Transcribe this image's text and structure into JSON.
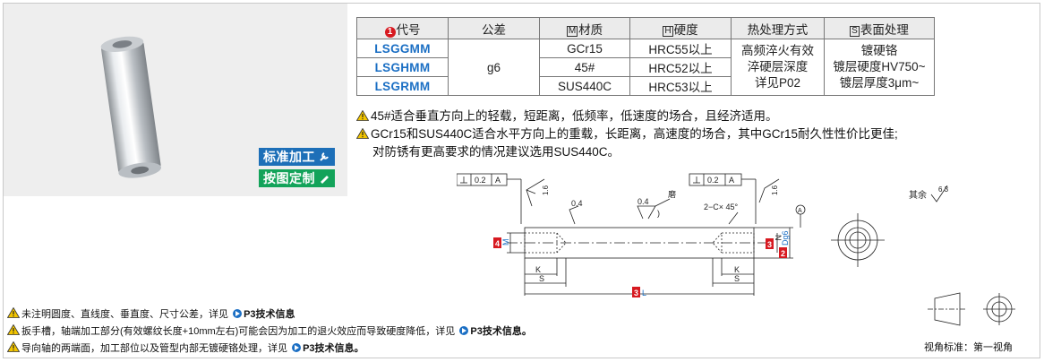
{
  "product": {
    "tags": {
      "standard": "标准加工",
      "custom": "按图定制"
    }
  },
  "spec_table": {
    "headers": {
      "code": "代号",
      "code_marker": "1",
      "tolerance": "公差",
      "material": "材质",
      "material_marker": "M",
      "hardness": "硬度",
      "hardness_marker": "H",
      "heat": "热处理方式",
      "surface": "表面处理",
      "surface_marker": "S"
    },
    "rows": [
      {
        "code": "LSGGMM",
        "material": "GCr15",
        "hardness": "HRC55以上"
      },
      {
        "code": "LSGHMM",
        "material": "45#",
        "hardness": "HRC52以上"
      },
      {
        "code": "LSGRMM",
        "material": "SUS440C",
        "hardness": "HRC53以上"
      }
    ],
    "tolerance_value": "g6",
    "heat": [
      "高频淬火有效",
      "淬硬层深度",
      "详见P02"
    ],
    "surface": [
      "镀硬铬",
      "镀层硬度HV750~",
      "镀层厚度3μm~"
    ]
  },
  "notes": {
    "line1": "45#适合垂直方向上的轻载，短距离，低频率，低速度的场合，且经济适用。",
    "line2": "GCr15和SUS440C适合水平方向上的重载，长距离，高速度的场合，其中GCr15耐久性性价比更佳;",
    "line3": "对防锈有更高要求的情况建议选用SUS440C。"
  },
  "drawing": {
    "tol_left": "0.2",
    "tol_left_ref": "A",
    "tol_right": "0.2",
    "tol_right_ref": "A",
    "rough_left": "1.6",
    "rough_right": "1.6",
    "rough_04a": "0.4",
    "rough_04b": "0.4",
    "grind": "磨",
    "chamfer": "2−C× 45°",
    "datum": "A",
    "other": "其余",
    "rough_other": "6.3",
    "dim_m": "M",
    "dim_n": "N",
    "dim_dg6": "Dg6",
    "dim_l": "L",
    "dim_k": "K",
    "dim_s": "S",
    "marker_m": "4",
    "marker_n": "3",
    "marker_dg6": "2",
    "marker_l": "3"
  },
  "footnotes": {
    "f1_text": "未注明圆度、直线度、垂直度、尺寸公差，详见",
    "f1_link": "P3技术信息",
    "f2_text": "扳手槽，轴端加工部分(有效螺纹长度+10mm左右)可能会因为加工的退火效应而导致硬度降低，详见",
    "f2_link": "P3技术信息。",
    "f3_text": "导向轴的两端面，加工部位以及管型内部无镀硬铬处理，详见",
    "f3_link": "P3技术信息。"
  },
  "projection_label": "视角标准：第一视角",
  "colors": {
    "code_blue": "#1b6fc4",
    "tag_blue": "#1d6fb8",
    "tag_green": "#13a35a",
    "marker_red": "#d71920",
    "warn_yellow": "#f2c500"
  }
}
